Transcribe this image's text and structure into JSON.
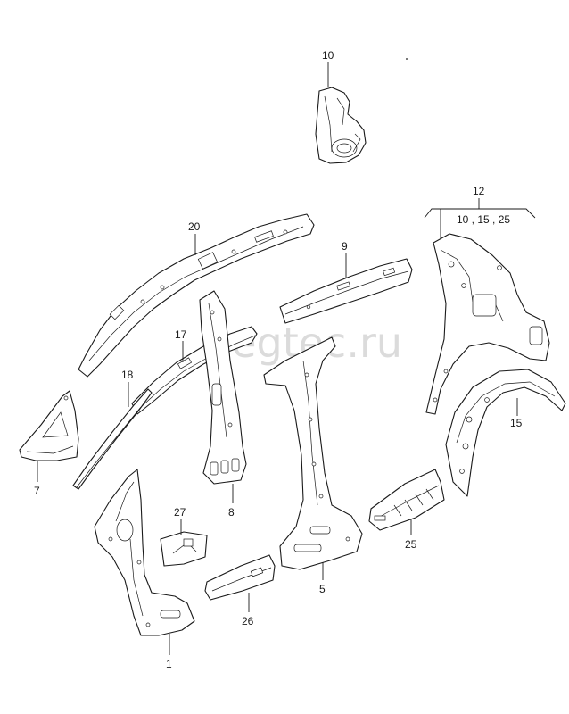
{
  "diagram": {
    "watermark": "vegtec.ru",
    "group_label": "12",
    "group_sublabel": "10 , 15 , 25",
    "callouts": {
      "p1": "1",
      "p5": "5",
      "p7": "7",
      "p8": "8",
      "p9": "9",
      "p10": "10",
      "p15": "15",
      "p17": "17",
      "p18": "18",
      "p20": "20",
      "p25": "25",
      "p26": "26",
      "p27": "27"
    }
  }
}
